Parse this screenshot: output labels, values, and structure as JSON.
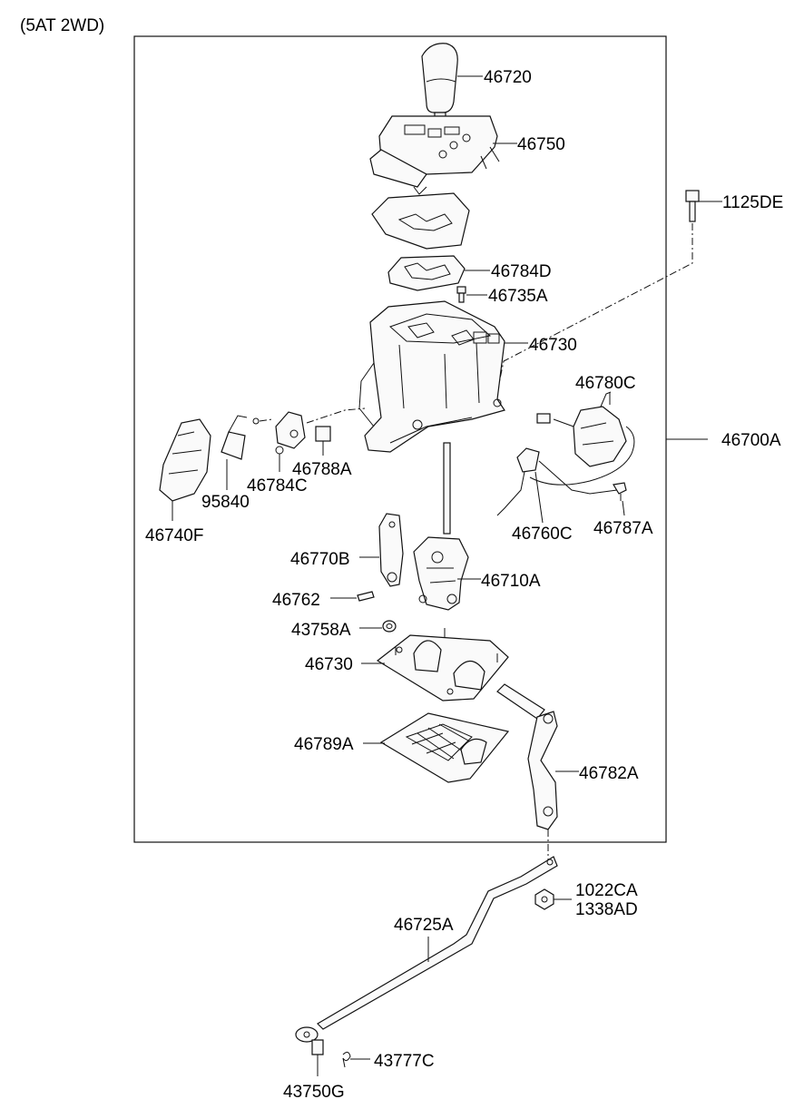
{
  "title": "(5AT 2WD)",
  "parts": {
    "p46720": "46720",
    "p46750": "46750",
    "p1125DE": "1125DE",
    "p46784D": "46784D",
    "p46735A": "46735A",
    "p46730_top": "46730",
    "p46780C": "46780C",
    "p46700A": "46700A",
    "p46788A": "46788A",
    "p46784C": "46784C",
    "p95840": "95840",
    "p46740F": "46740F",
    "p46760C": "46760C",
    "p46787A": "46787A",
    "p46770B": "46770B",
    "p46710A": "46710A",
    "p46762": "46762",
    "p43758A": "43758A",
    "p46730_bot": "46730",
    "p46789A": "46789A",
    "p46782A": "46782A",
    "p1022CA": "1022CA",
    "p1338AD": "1338AD",
    "p46725A": "46725A",
    "p43777C": "43777C",
    "p43750G": "43750G"
  }
}
